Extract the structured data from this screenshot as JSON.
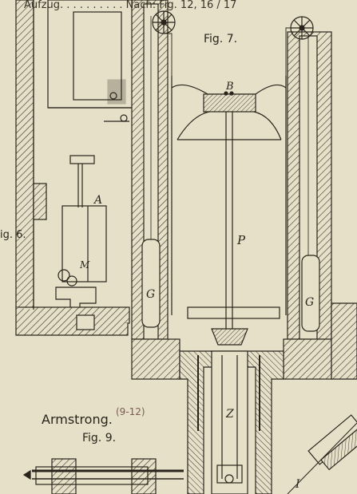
{
  "header_text": "Aufzug. . . . . . . . . .  Nach: Fig. 12, 16 / 17",
  "figure_labels": {
    "fig6": "ig. 6.",
    "fig7": "Fig. 7.",
    "fig9": "Fig. 9."
  },
  "caption": "Armstrong.",
  "handwritten_note": "(9-12)",
  "part_letters": {
    "A": "A",
    "B": "B",
    "M": "M",
    "G_left": "G",
    "G_right": "G",
    "P": "P",
    "Z": "Z",
    "I": "I"
  },
  "colors": {
    "paper": "#e6e0c9",
    "ink": "#2a241c",
    "pencil": "#7a5a52"
  }
}
